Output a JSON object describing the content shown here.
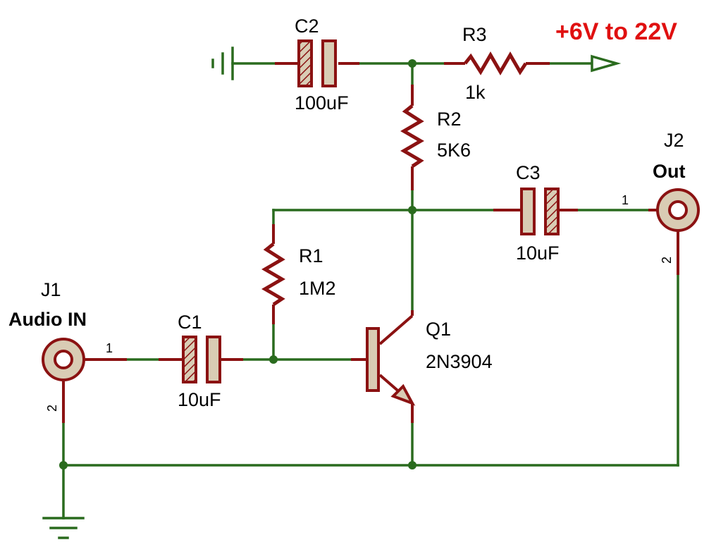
{
  "colors": {
    "wire": "#2a6b1e",
    "component": "#8b1212",
    "component_fill": "#d9ccb4",
    "supply_label": "#e01010",
    "text": "#000000"
  },
  "supply": {
    "label": "+6V to 22V"
  },
  "components": {
    "C1": {
      "ref": "C1",
      "value": "10uF"
    },
    "C2": {
      "ref": "C2",
      "value": "100uF"
    },
    "C3": {
      "ref": "C3",
      "value": "10uF"
    },
    "R1": {
      "ref": "R1",
      "value": "1M2"
    },
    "R2": {
      "ref": "R2",
      "value": "5K6"
    },
    "R3": {
      "ref": "R3",
      "value": "1k"
    },
    "Q1": {
      "ref": "Q1",
      "value": "2N3904"
    },
    "J1": {
      "ref": "J1",
      "value": "Audio IN",
      "pin1": "1",
      "pin2": "2"
    },
    "J2": {
      "ref": "J2",
      "value": "Out",
      "pin1": "1",
      "pin2": "2"
    }
  }
}
